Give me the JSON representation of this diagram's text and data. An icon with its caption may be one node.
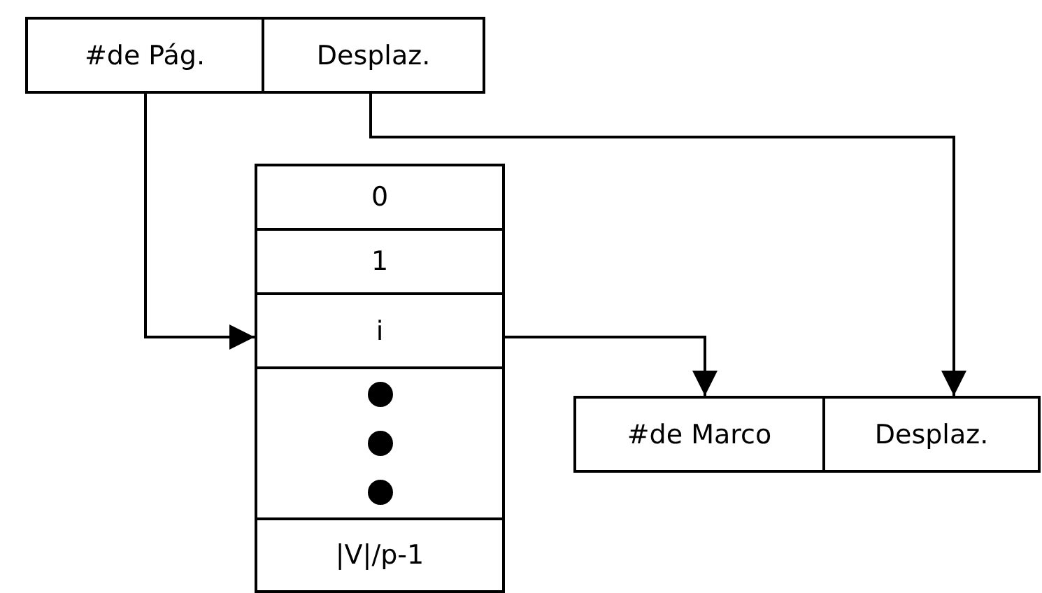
{
  "diagram": {
    "nodes": [
      {
        "text": [
          "#de Pág."
        ]
      },
      {
        "text": [
          "Desplaz."
        ]
      },
      {
        "text": [
          "0"
        ]
      },
      {
        "text": [
          "1"
        ]
      },
      {
        "text": [
          "i"
        ]
      },
      {
        "text": [],
        "shape": "box"
      },
      {
        "text": [
          "|V|/p-1"
        ]
      },
      {
        "text": [
          "#de Marco"
        ]
      },
      {
        "text": [
          "Desplaz."
        ]
      }
    ],
    "edges": [
      {
        "from": 0,
        "to": 4,
        "arrow": "to"
      },
      {
        "from": 1,
        "to": 8,
        "arrow": "to"
      },
      {
        "from": 4,
        "to": 7,
        "arrow": "to"
      }
    ]
  }
}
